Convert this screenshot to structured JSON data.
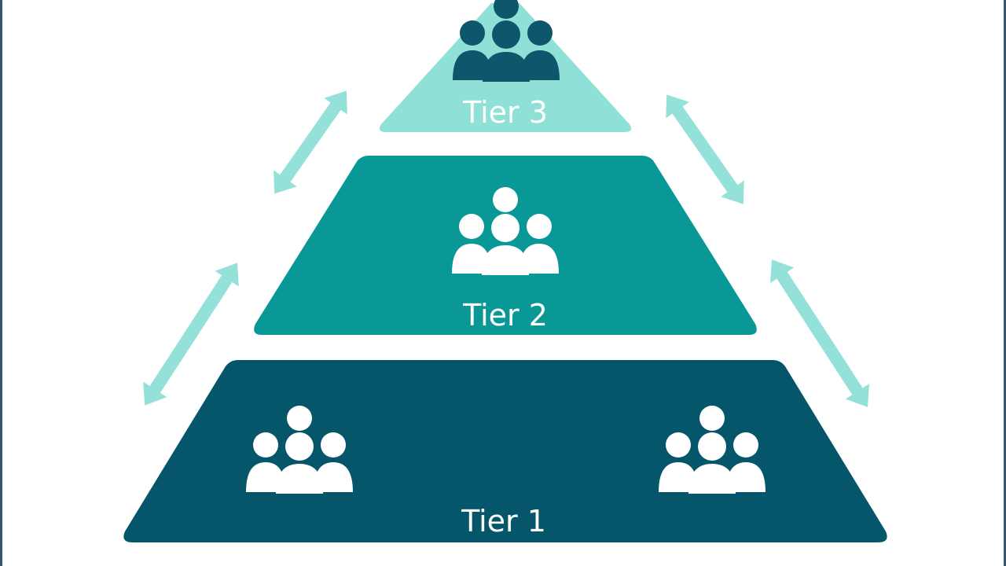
{
  "tiers": [
    {
      "id": "tier-3",
      "label": "Tier 3",
      "color": "#8fe0d6",
      "icon_color": "#0d566b",
      "icon": "people-group-icon"
    },
    {
      "id": "tier-2",
      "label": "Tier 2",
      "color": "#0a9896",
      "icon_color": "#ffffff",
      "icon": "people-group-icon"
    },
    {
      "id": "tier-1",
      "label": "Tier 1",
      "color": "#06566b",
      "icon_color": "#ffffff",
      "icon": "people-group-icon"
    }
  ],
  "arrows": {
    "color": "#93e1d8",
    "icon": "double-headed-arrow-icon"
  },
  "frame": {
    "border_color": "#34566e"
  }
}
